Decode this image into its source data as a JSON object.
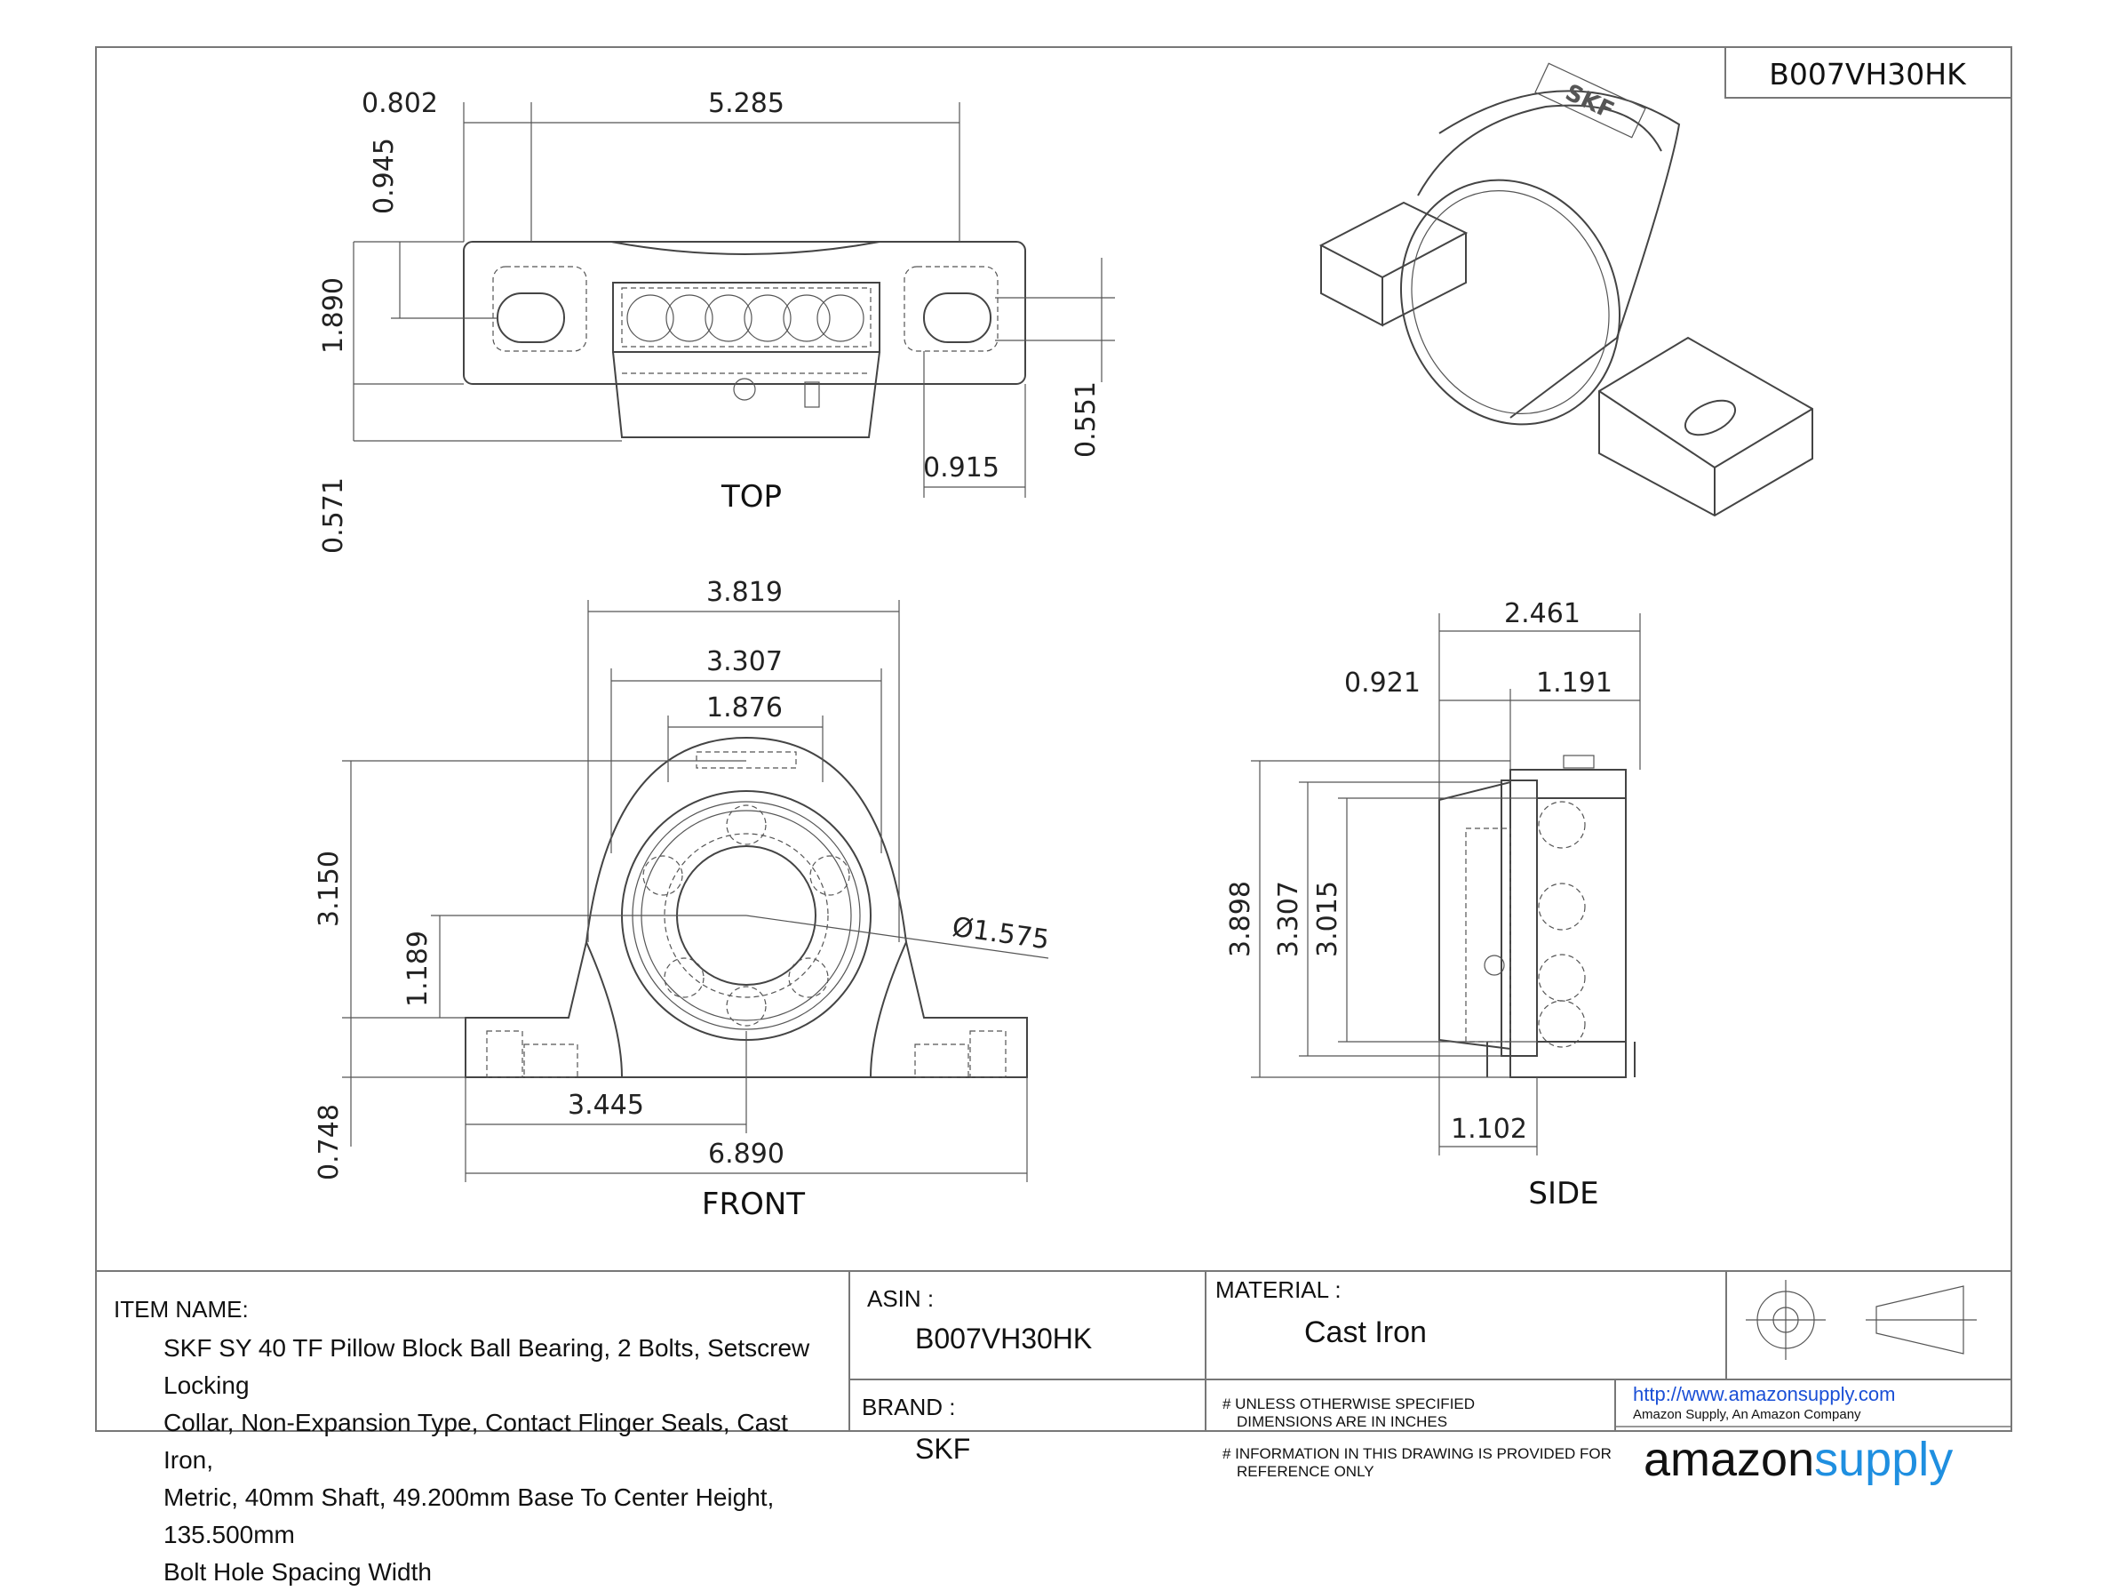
{
  "header": {
    "part_number": "B007VH30HK"
  },
  "views": {
    "top": "TOP",
    "front": "FRONT",
    "side": "SIDE"
  },
  "top_dims": {
    "d0802": "0.802",
    "d5285": "5.285",
    "d0945": "0.945",
    "d1890": "1.890",
    "d0571": "0.571",
    "d0915": "0.915",
    "d0551": "0.551"
  },
  "front_dims": {
    "d3819": "3.819",
    "d3307": "3.307",
    "d1876": "1.876",
    "d3150": "3.150",
    "d1189": "1.189",
    "d0748": "0.748",
    "d3445": "3.445",
    "d6890": "6.890",
    "bore": "Ø1.575"
  },
  "side_dims": {
    "d2461": "2.461",
    "d0921": "0.921",
    "d1191": "1.191",
    "d3898": "3.898",
    "d3307": "3.307",
    "d3015": "3.015",
    "d1102": "1.102"
  },
  "housing_marking": "SKF",
  "title_block": {
    "item_name_label": "ITEM NAME:",
    "item_name_lines": [
      "SKF SY 40 TF Pillow Block Ball Bearing, 2 Bolts, Setscrew Locking",
      "Collar, Non-Expansion Type, Contact Flinger Seals, Cast Iron,",
      "Metric, 40mm Shaft, 49.200mm Base To Center Height, 135.500mm",
      "Bolt Hole Spacing Width"
    ],
    "asin_label": "ASIN :",
    "asin": "B007VH30HK",
    "brand_label": "BRAND :",
    "brand": "SKF",
    "material_label": "MATERIAL :",
    "material": "Cast Iron",
    "note1_lines": [
      "# UNLESS OTHERWISE SPECIFIED",
      "DIMENSIONS ARE IN INCHES"
    ],
    "note2_lines": [
      "# INFORMATION IN THIS DRAWING IS PROVIDED FOR",
      "REFERENCE ONLY"
    ],
    "url": "http://www.amazonsupply.com",
    "company": "Amazon Supply, An Amazon Company",
    "logo_amazon": "amazon",
    "logo_supply": "supply"
  },
  "colors": {
    "url": "#1a4fd6",
    "logo_blue": "#1f8fe0",
    "line": "#444444"
  }
}
